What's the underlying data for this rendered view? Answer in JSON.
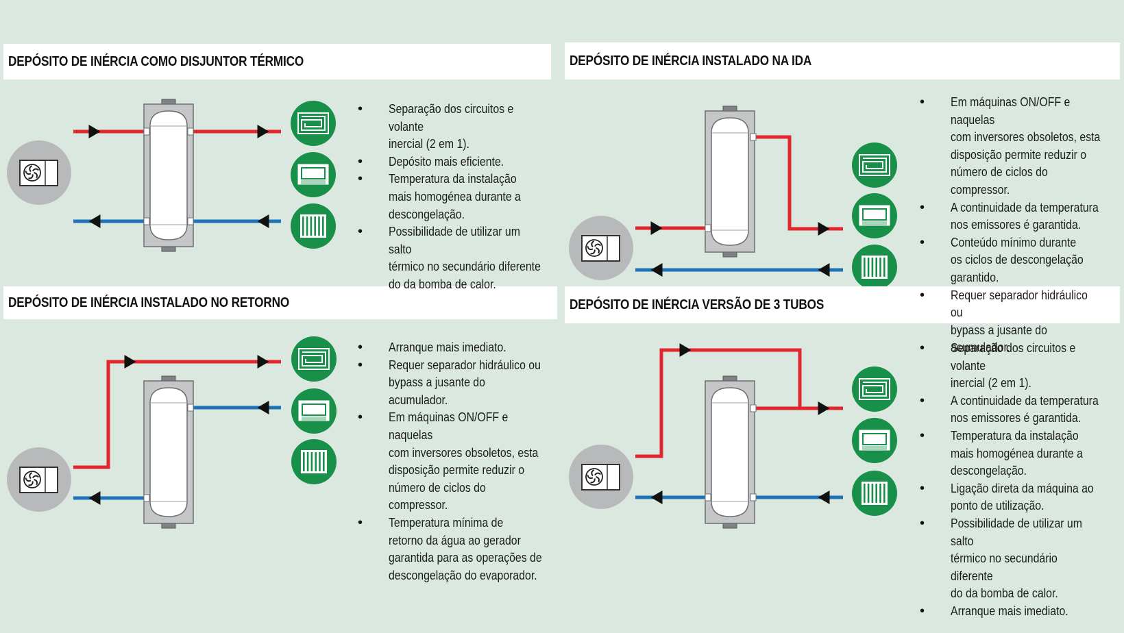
{
  "colors": {
    "background": "#dbe8df",
    "hot_line": "#e2262d",
    "cold_line": "#1e72b8",
    "emitter_green": "#199049",
    "tank_frame": "#c4c6c8",
    "heat_pump_gray": "#b8b9bb"
  },
  "icons": {
    "heat_pump": "heat-pump-fan-icon",
    "floor_heating": "floor-heating-icon",
    "fan_coil": "fan-coil-icon",
    "radiator": "radiator-icon"
  },
  "panels": [
    {
      "title": "DEPÓSITO DE INÉRCIA COMO DISJUNTOR TÉRMICO",
      "bullets": [
        "Separação dos circuitos e volante\ninercial (2 em 1).",
        "Depósito mais eficiente.",
        "Temperatura da instalação\nmais homogénea durante a\ndescongelação.",
        "Possibilidade de utilizar um salto\ntérmico no secundário diferente\ndo da bomba de calor."
      ]
    },
    {
      "title": "DEPÓSITO DE INÉRCIA INSTALADO NA IDA",
      "bullets": [
        "Em máquinas ON/OFF e naquelas\ncom inversores obsoletos, esta\ndisposição permite reduzir o\nnúmero de ciclos do compressor.",
        "A continuidade da temperatura\nnos emissores é garantida.",
        "Conteúdo mínimo durante\nos ciclos de descongelação\ngarantido.",
        "Requer separador hidráulico ou\nbypass a jusante do acumulador."
      ]
    },
    {
      "title": "DEPÓSITO DE INÉRCIA INSTALADO NO RETORNO",
      "bullets": [
        "Arranque mais imediato.",
        "Requer separador hidráulico ou\nbypass a jusante do acumulador.",
        "Em máquinas ON/OFF e naquelas\ncom inversores obsoletos, esta\ndisposição permite reduzir o\nnúmero de ciclos do compressor.",
        "Temperatura mínima de\nretorno da água ao gerador\ngarantida para as operações de\ndescongelação do evaporador."
      ]
    },
    {
      "title": "DEPÓSITO DE INÉRCIA VERSÃO DE 3 TUBOS",
      "bullets": [
        "Separação dos circuitos e volante\ninercial (2 em 1).",
        "A continuidade da temperatura\nnos emissores é garantida.",
        "Temperatura da instalação\nmais homogénea durante a\ndescongelação.",
        "Ligação direta da máquina ao\nponto de utilização.",
        "Possibilidade de utilizar um salto\ntérmico no secundário diferente\ndo da bomba de calor.",
        "Arranque mais imediato."
      ]
    }
  ]
}
